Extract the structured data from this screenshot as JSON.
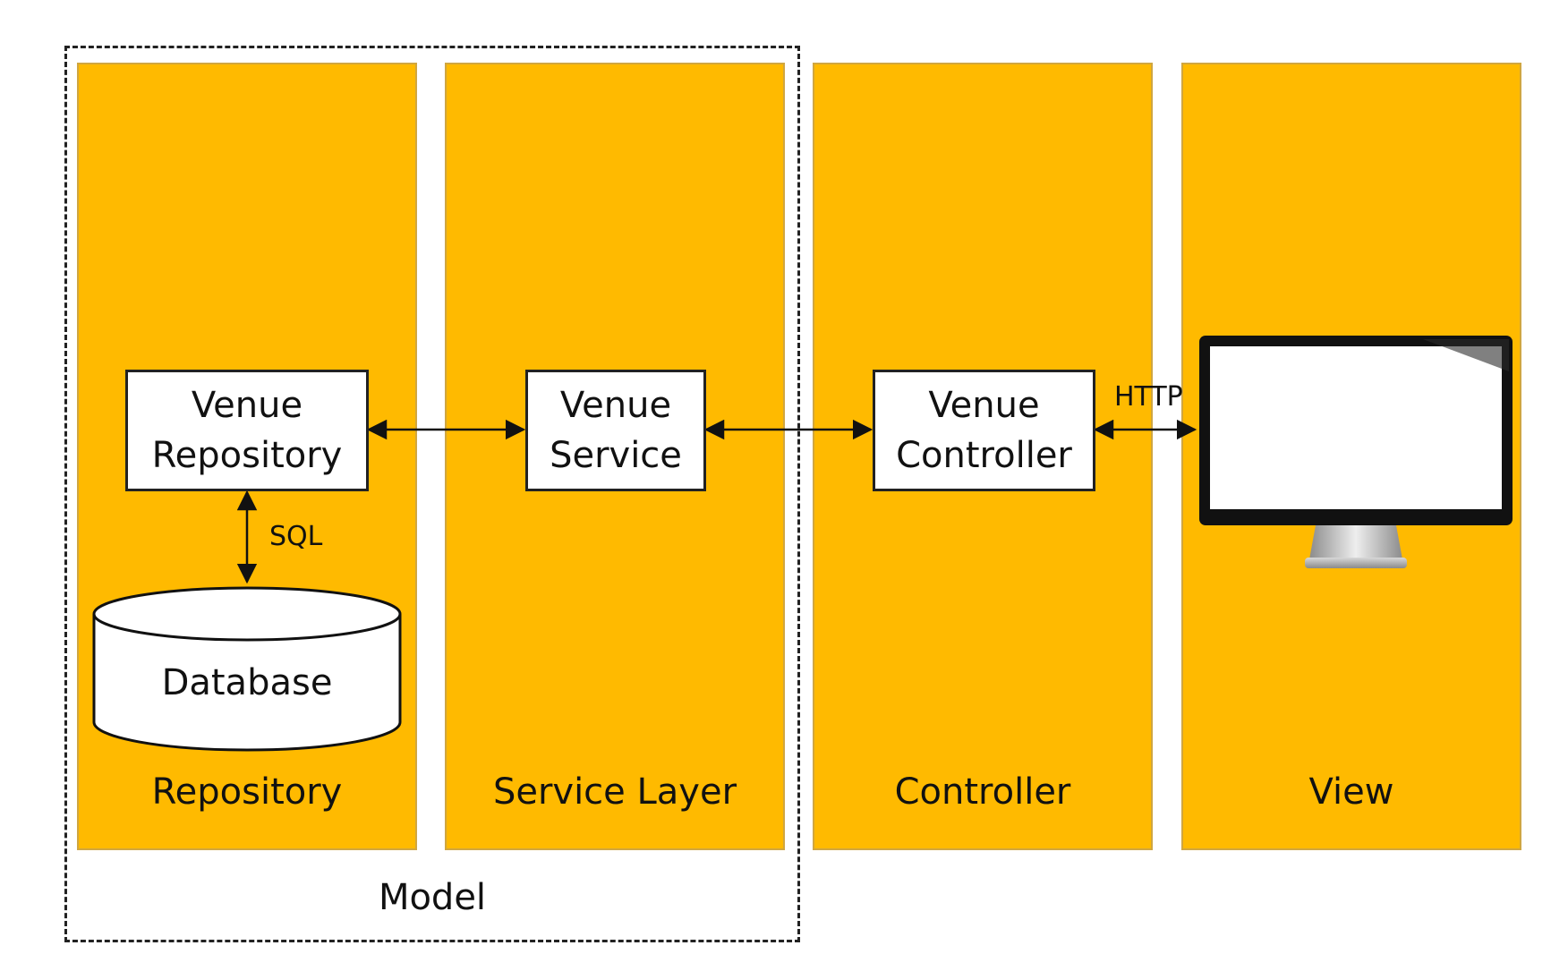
{
  "layers": {
    "repository": "Repository",
    "service": "Service Layer",
    "controller": "Controller",
    "view": "View"
  },
  "components": {
    "repository": [
      "Venue",
      "Repository"
    ],
    "service": [
      "Venue",
      "Service"
    ],
    "controller": [
      "Venue",
      "Controller"
    ]
  },
  "database": "Database",
  "edges": {
    "sql": "SQL",
    "http": "HTTP"
  },
  "group": {
    "model": "Model"
  },
  "colors": {
    "layer_fill": "#FFBA00",
    "box_fill": "#FFFFFF",
    "line": "#222222"
  },
  "icons": {
    "view": "monitor-icon"
  }
}
